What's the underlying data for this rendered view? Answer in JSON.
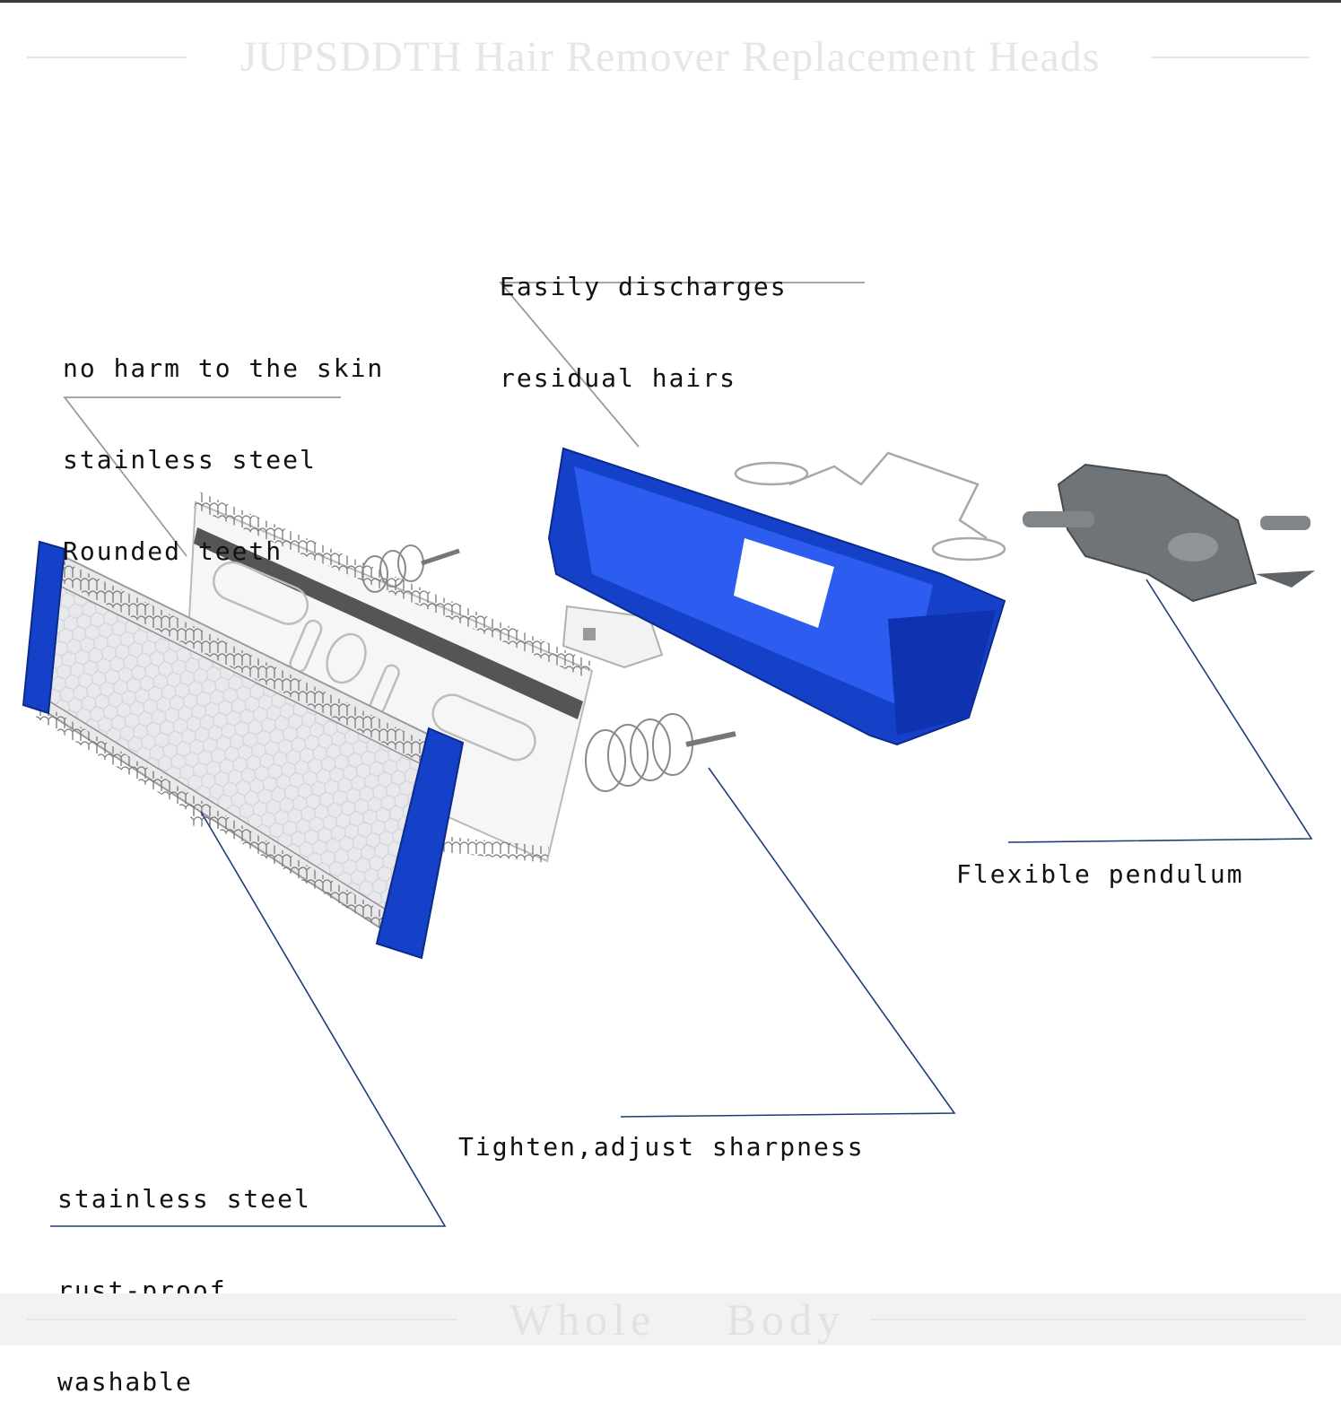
{
  "header": {
    "title": "JUPSDDTH Hair Remover Replacement Heads"
  },
  "callouts": {
    "residual": {
      "lines": [
        "Easily discharges",
        "residual hairs"
      ]
    },
    "skin": {
      "lines": [
        "no harm to the skin",
        "stainless steel",
        "Rounded teeth"
      ]
    },
    "pendulum": {
      "lines": [
        "Flexible pendulum"
      ]
    },
    "tighten": {
      "lines": [
        "Tighten,adjust sharpness"
      ]
    },
    "steel": {
      "lines": [
        "stainless steel",
        "rust-proof",
        "washable"
      ]
    }
  },
  "footer": {
    "title": "Whole Body"
  },
  "colors": {
    "accent_blue": "#1540c8",
    "leader_gray": "#9a9a9a",
    "leader_navy": "#1f3c7a"
  }
}
